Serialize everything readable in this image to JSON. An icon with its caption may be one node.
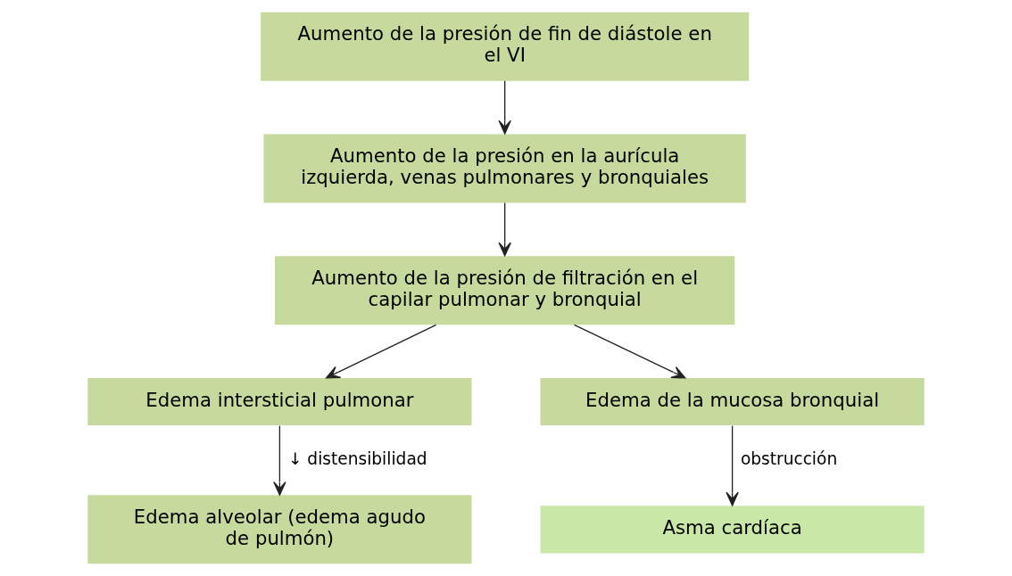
{
  "diagram": {
    "nodes": [
      {
        "text": [
          "Aumento de la presión de fin de diástole en el VI"
        ]
      },
      {
        "text": [
          "Aumento de la presión en la aurícula izquierda, venas pulmonares y bronquiales"
        ]
      },
      {
        "text": [
          "Aumento de la presión de filtración en el capilar pulmonar y bronquial"
        ]
      },
      {
        "text": [
          "Edema intersticial pulmonar"
        ]
      },
      {
        "text": [
          "Edema de la mucosa bronquial"
        ]
      },
      {
        "text": [
          "Edema alveolar (edema agudo de pulmón)"
        ]
      },
      {
        "text": [
          "Asma cardíaca"
        ]
      }
    ],
    "edges": [
      {
        "from": 0,
        "to": 1,
        "arrow": "to"
      },
      {
        "from": 1,
        "to": 2,
        "arrow": "to"
      },
      {
        "from": 2,
        "to": 3,
        "arrow": "to"
      },
      {
        "from": 2,
        "to": 4,
        "arrow": "to"
      },
      {
        "from": 3,
        "to": 5,
        "arrow": "to",
        "label": "↓ distensibilidad"
      },
      {
        "from": 4,
        "to": 6,
        "arrow": "to",
        "label": "obstrucción"
      }
    ]
  }
}
